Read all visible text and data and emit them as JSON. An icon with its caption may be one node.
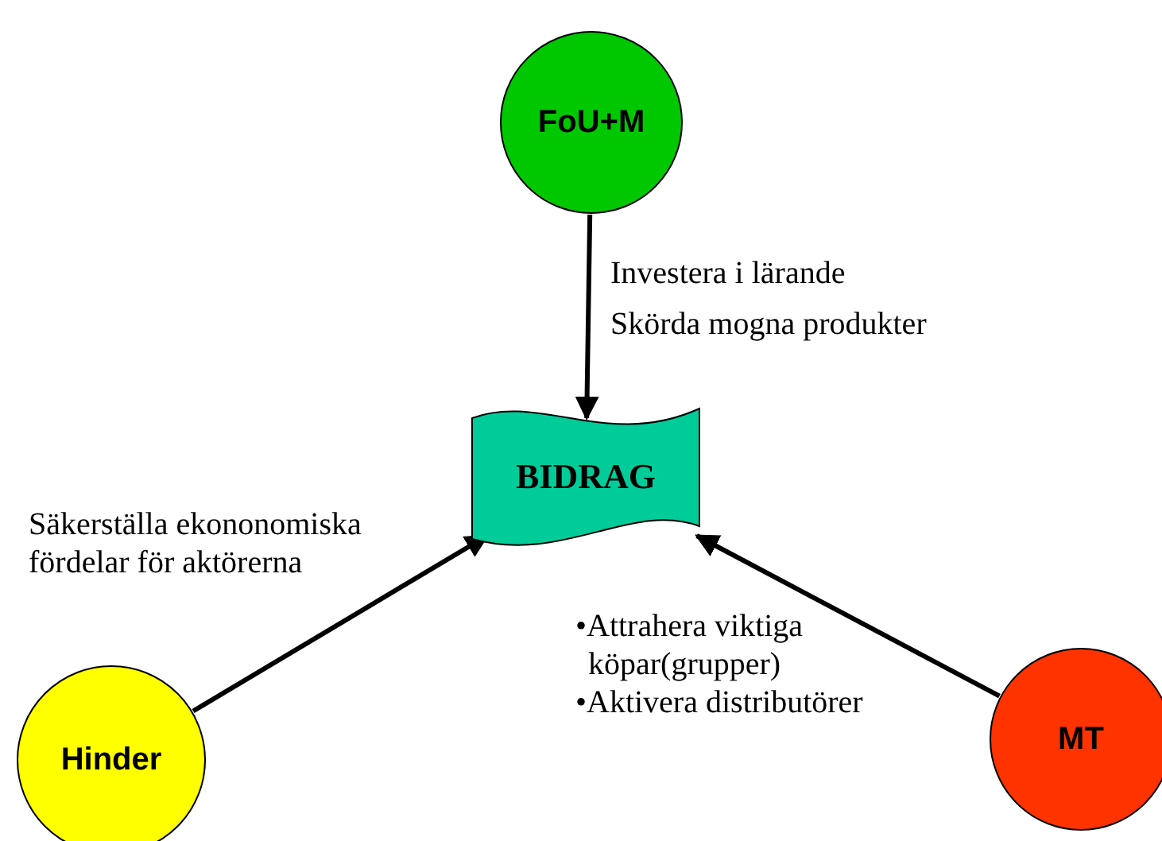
{
  "diagram": {
    "nodes": [
      {
        "text": [
          "FoU+M"
        ]
      },
      {
        "text": [
          "BIDRAG"
        ]
      },
      {
        "text": [
          "Hinder"
        ]
      },
      {
        "text": [
          "MT"
        ]
      }
    ],
    "edges": [
      {
        "from": 0,
        "to": 1,
        "arrow": "to"
      },
      {
        "from": 2,
        "to": 1,
        "arrow": "to"
      },
      {
        "from": 3,
        "to": 1,
        "arrow": "to"
      }
    ],
    "labels": [
      "Investera i lärande",
      "Skörda mogna produkter",
      "Säkerställa ekononomiska fördelar för aktörerna",
      "•Attrahera viktiga köpar(grupper)",
      "•Aktivera distributörer"
    ]
  }
}
